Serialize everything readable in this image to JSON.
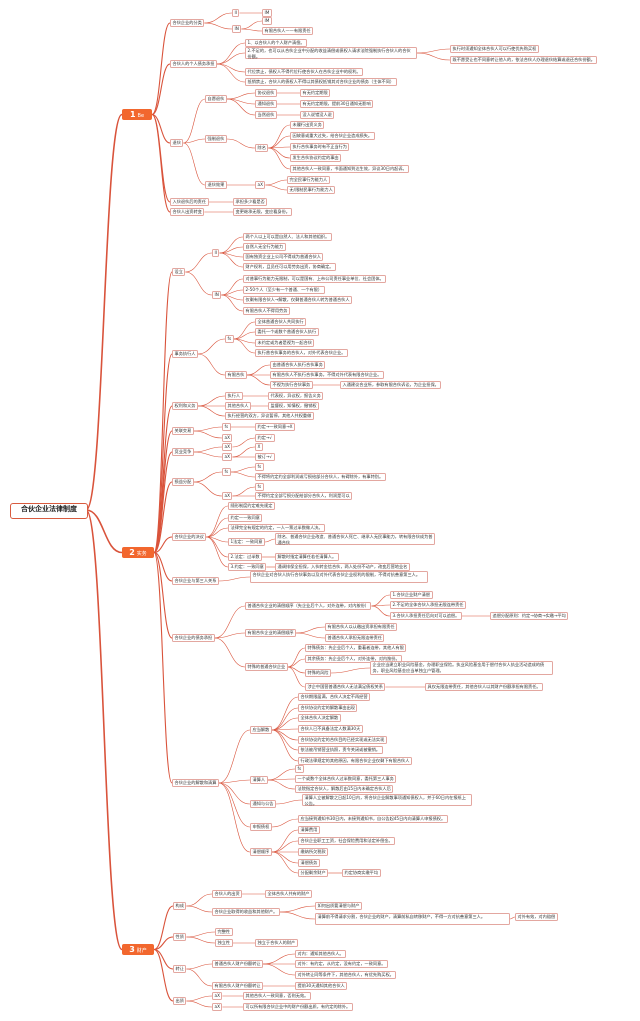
{
  "root": "合伙企业法律制度",
  "chapters": [
    {
      "num": "1",
      "label": "Be"
    },
    {
      "num": "2",
      "label": "实务"
    },
    {
      "num": "3",
      "label": "财产"
    }
  ],
  "n": {
    "s1_a": "合伙企业的分类",
    "s1_b": "合伙人的个人债务承担",
    "s1_c": "退伙",
    "s1_d": "入伙退伙后的责任",
    "s1_e": "合伙人出资转变",
    "s1_a1": "II",
    "s1_a2": "IN",
    "s1_a3": "IM",
    "s1_a4": "IM",
    "s1_a5": "有限合伙人——有限责任",
    "s1_b1": "1、以合伙人的个人财产清偿。",
    "s1_b2": "2.不足的，也可以从合伙企业中分配的收益清偿或债权人请求法院强制执行合伙人的合伙份额。",
    "s1_b3": "代位禁止，债权人不得代位行使合伙人在合伙企业中的权利。",
    "s1_b4": "抵销禁止，合伙人的债权人不得以其债权抵销其对合伙企业的债务（主体不同）",
    "s1_b5": "执行时须通知全体合伙人可以行使优先购买权",
    "s1_b6": "既不愿受让也不同意转让他人的，依法合伙人办理退伙结算或退还合伙份额。",
    "s1_c1": "自愿退伙",
    "s1_c2": "强制退伙",
    "s1_c3": "退伙效果",
    "s1_c1a": "协议退伙",
    "s1_c1b": "通知退伙",
    "s1_c1c": "当然退伙",
    "s1_c1a1": "有无约定期限",
    "s1_c1b1": "有无约定期限，提前30日通知无影响",
    "s1_c1c1": "没人说错没人说",
    "s1_c2a": "除名",
    "s1_c2a1": "未履行出资义务",
    "s1_c2a2": "因故意或重大过失，给合伙企业造成损失。",
    "s1_c2a3": "执行合伙事务时有不正当行为",
    "s1_c2a4": "发生合伙协议约定的事由",
    "s1_c2a5": "其他合伙人一致同意，书面通知到达生效，异议30日内起诉。",
    "s1_c3a": "aX",
    "s1_c3a1": "完全民事行为能力人",
    "s1_c3a2": "无/限制民事行为能力人",
    "s1_d1": "承担多少看是否",
    "s1_e1": "变更继承无限，变应看身份。",
    "s2_a": "设立",
    "s2_b": "事务执行人",
    "s2_c": "权利和义务",
    "s2_d": "关联交易",
    "s2_e": "竞业竞争",
    "s2_f": "损益分配",
    "s2_g": "合伙企业的决议",
    "s2_h": "合伙企业与第三人关系",
    "s2_i": "合伙企业的债务承担",
    "s2_j": "合伙企业的解散和清算",
    "s2_a1": "II",
    "s2_a2": "IN",
    "s2_a1a": "两个人以上可以是自然人、法人和其他组织。",
    "s2_a1b": "自然人无全行为能力",
    "s2_a1c": "国有独资企业上公司不得成为普通合伙人",
    "s2_a1d": "财产权利，且员任可以用劳务出资，协商确定。",
    "s2_a2a": "对普事行为能力无限制，可以是国有、上市公司责任事业单位、社会团体。",
    "s2_a2b": "2-50个人（至少有一个普通、一个有限）",
    "s2_a2c": "仅剩有限合伙人→解散，仅剩普通合伙人转为普通合伙人",
    "s2_a2d": "有限合伙人不得用劳务",
    "s2_b1": "fs",
    "s2_b2": "有限合伙",
    "s2_b1a": "全体普通合伙人共同执行",
    "s2_b1b": "委托一个或数个普通合伙人执行",
    "s2_b1c": "未约定或为者是视为一起合伙",
    "s2_b1d": "执行普合伙事务的合伙人，对外代表合伙企业。",
    "s2_b2a": "由普通合伙人执行合伙事务",
    "s2_b2b": "有限合伙人不执行合伙事务，不得对外代表有限合伙企业。",
    "s2_b2c": "不视为执行合伙事务",
    "s2_b2c1": "入通建议合业所，参取有限合伙诉讼，为企业担保。",
    "s2_c1": "执行人",
    "s2_c2": "其他合伙人",
    "s2_c3": "执行经营的双方，异议暂停，其他人共权重做",
    "s2_c1a": "代表权，异议权，报告义务",
    "s2_c2a": "监督权，知情权，撤销权",
    "s2_d1": "fs",
    "s2_d2": "aX",
    "s2_d1a": "约定→一致同意→X",
    "s2_e1": "aX",
    "s2_e2": "aX",
    "s2_e1a": "约定→√",
    "s2_e2a": "X",
    "s2_e2b": "被订→√",
    "s2_f1": "fs",
    "s2_f2": "aX",
    "s2_f1a": "fs",
    "s2_f1b": "不得将约定约全部利润或亏损给部分合伙人，有碍除外，有事特别。",
    "s2_f2a": "fs",
    "s2_f2b": "不得约定全部亏损分配给部分合伙人，利润是可以",
    "s2_g1": "随形制度约定难先规定",
    "s2_g2": "约定—一致同意",
    "s2_g3": "法律完全有规定的约定，一人一票过半数做人决。",
    "s2_g4": "1法定：一致同意",
    "s2_g4a": "除名、普通合伙企业改造、普通合伙人死亡、继承人无民事能力，转有限合伙成为普通合伙",
    "s2_g5": "2.法定：过半数",
    "s2_g5a": "解散时指定清算任若任清算人。",
    "s2_g6": "3.约定：一致同意",
    "s2_g6a": "通调排保全担保，入伙转金信合伙，两人处份不动产，改变后营地业名",
    "s2_h1": "合伙企业对合伙人执行合伙事务以及对外代表合伙企业权利的限制，不得对抗善意第三人。",
    "s2_i1": "普通合伙企业的清偿顺序（先企业后个人，对外连带，对内按份）",
    "s2_i2": "有限合伙企业的清偿顺序",
    "s2_i3": "特殊的普通合伙企业",
    "s2_i1a": "1.合伙企业财产清偿",
    "s2_i1b": "2.不足的全体合伙人承担无限连带责任",
    "s2_i1c": "3.合伙人承担责任后向对可以追偿。",
    "s2_i1d": "追偿分配原则：约定→协商→实缴→平均",
    "s2_i2a": "有限合伙人以认缴出资承担有限责任",
    "s2_i2b": "普通合伙人承担无限连带责任",
    "s2_i3a": "特殊债务：先企业后个人，重着者连带，其他人有限",
    "s2_i3b": "其余债务：先企业后个人，对外连带，对内按份。",
    "s2_i3c": "特殊的风险",
    "s2_i3c1": "企业应当建立职业风险基金，办理职业保险。执业风险基金用于偿付合伙人执业活动造成的债务，职业风险基金应当单独立户管理。",
    "s2_i3d": "涉企中国营普通合伙人无法满足债权关系",
    "s2_i3d1": "具仅无限连带责任，其他合伙人以其财产份额承担有限责任。",
    "s2_j1": "应当解散",
    "s2_j2": "清算人",
    "s2_j3": "通知与公告",
    "s2_j4": "申报债权",
    "s2_j5": "清偿顺序",
    "s2_j1a": "合伙期限届满，合伙人决定不再经营",
    "s2_j1b": "合伙协议约定的解散事由出现",
    "s2_j1c": "全体合伙人决定解散",
    "s2_j1d": "合伙人已不具备法定人数满30天",
    "s2_j1e": "合伙协议约定的合伙目的已经实现或无法实现",
    "s2_j1f": "依法被吊销营业执照，责令关闭或被撤销。",
    "s2_j1g": "行政法律规定的其他原因，有限合伙企业仅剩下有限合伙人",
    "s2_j2a": "fs",
    "s2_j2b": "一个或数个全体合伙人过半数同意，委托第三人事务",
    "s2_j2c": "法院指定合伙人，解散后由15日内未确定合伙人后",
    "s2_j3a": "清算人立被解散之日起10日内，将合伙企业解散事项通知债权人，并于60日内在报纸上公告。",
    "s2_j4a": "应当接到通知书30日内，未接到通知书，自公告起45日内向清算人申报债权。",
    "s2_j5a": "清算费用",
    "s2_j5b": "合伙企业职工工资，社会保险费用和法定补偿金。",
    "s2_j5c": "缴纳所欠税款",
    "s2_j5d": "清偿债务",
    "s2_j5e": "分配剩余财产",
    "s2_j5e1": "约定协商实缴平均",
    "s3_a": "构成",
    "s3_b": "性质",
    "s3_c": "转让",
    "s3_d": "出质",
    "s3_a1": "合伙人的出资",
    "s3_a2": "合伙企业取得的收益和其他财产。",
    "s3_a1a": "全体合伙人共有的财产",
    "s3_a2a": "如何出质要清偿与财产",
    "s3_a2b": "清算前不得请求分割，合伙企业的财产，清算前私自转移财产，不得一方对抗善意第三人。",
    "s3_a2c": "对外有效，对内赔偿",
    "s3_b1": "完整性",
    "s3_b2": "独立性",
    "s3_b2a": "独立于合伙人的财产",
    "s3_c1": "普通合伙人财产份额转让",
    "s3_c2": "有限合伙人财产份额转让",
    "s3_c1a": "对内：通知其他合伙人。",
    "s3_c1b": "对外：有约定，从约定，没有约定，一致同意。",
    "s3_c1c": "对外转让同等条件下，其他合伙人，有优先购买权。",
    "s3_c2a": "提前30天通知其他合伙人",
    "s3_d1": "aX",
    "s3_d2": "aX",
    "s3_d1a": "其他合伙人一致同意，否则无效。",
    "s3_d2a": "可以所有限合伙企业中的财产份额出质，有约定的除外。"
  },
  "colors": {
    "line": "#d9533b",
    "ch": "#f2672e",
    "border": "#e3a7a0"
  }
}
